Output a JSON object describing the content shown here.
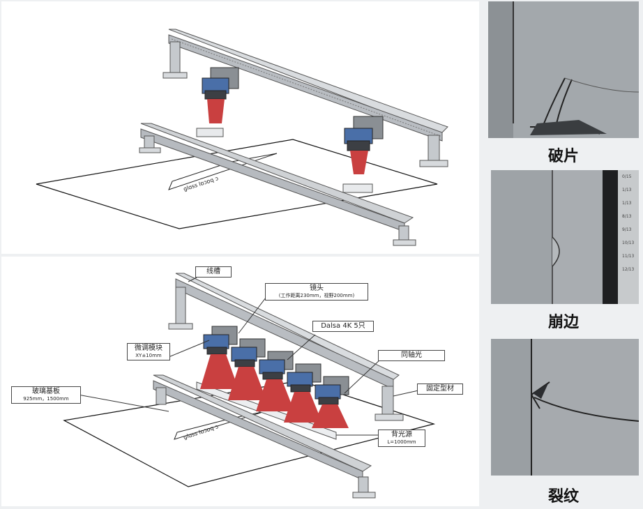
{
  "photos": [
    {
      "caption": "破片"
    },
    {
      "caption": "崩边",
      "scale_ticks": [
        "0/15",
        "1/13",
        "1/13",
        "8/13",
        "9/13",
        "10/13",
        "11/13",
        "12/13"
      ]
    },
    {
      "caption": "裂纹"
    }
  ],
  "labels": {
    "cable_tray": "线槽",
    "lens": "镜头",
    "lens_spec": "(工作距离230mm，视野200mm)",
    "camera": "Dalsa 4K 5只",
    "fine_tune": "微调模块",
    "fine_tune_spec": "XY±10mm",
    "coaxial_light": "同轴光",
    "glass": "玻璃基板",
    "glass_spec": "925mm，1500mm",
    "fixed_profile": "固定型材",
    "backlight": "背光源",
    "backlight_spec": "L=1000mm"
  },
  "colors": {
    "beam": "#c94040",
    "camera_blue": "#4a6fa8",
    "frame": "#6f7479"
  }
}
